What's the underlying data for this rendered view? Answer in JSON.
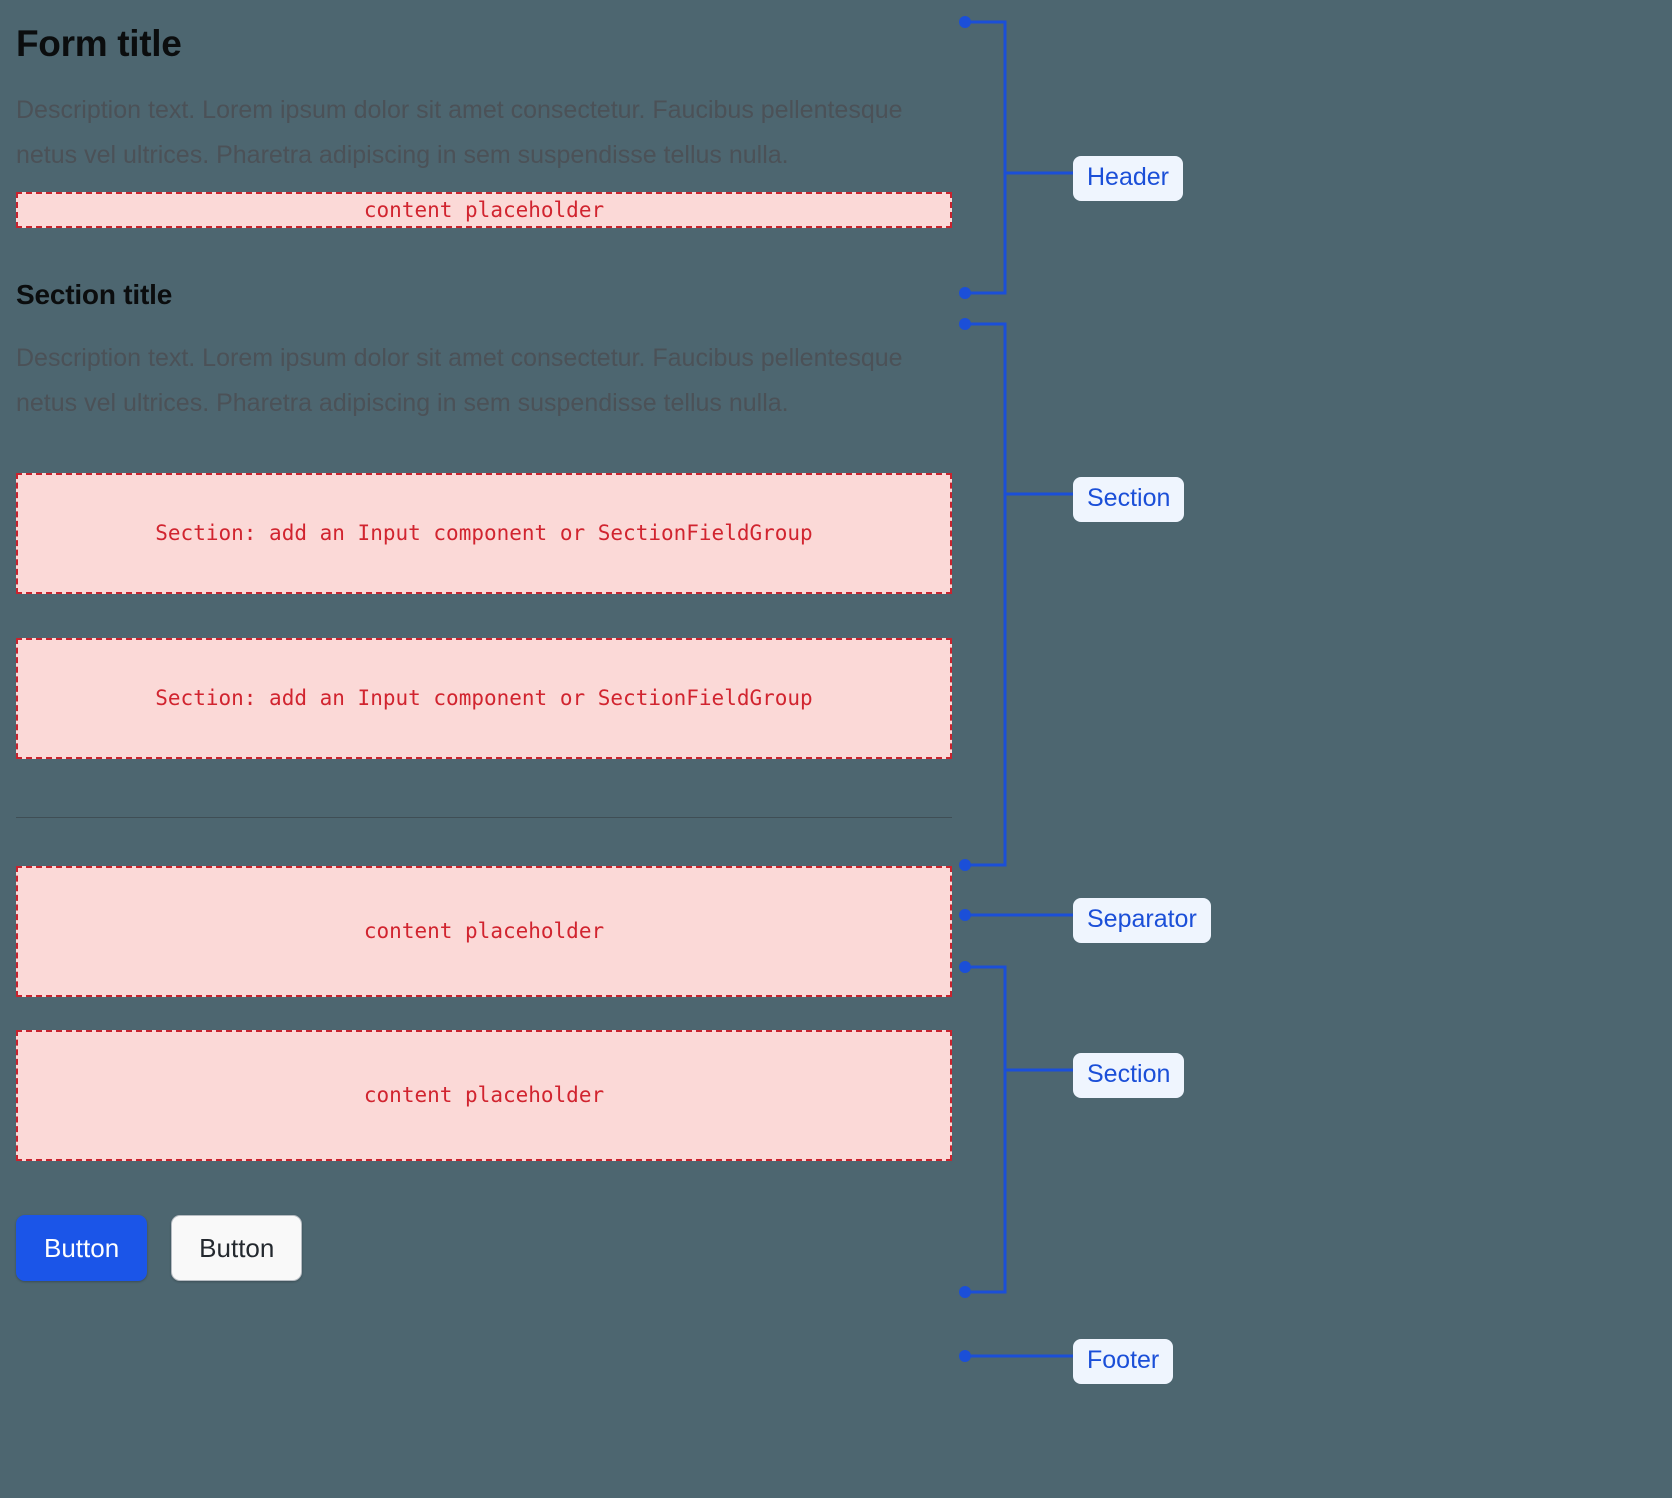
{
  "theme": {
    "background": "#4d6670",
    "placeholder_fill": "#fbd9d7",
    "placeholder_border": "#c9232e",
    "placeholder_text": "#d1242f",
    "annotation_line": "#1b4fd8",
    "annotation_pill_bg": "#eff5fe",
    "annotation_pill_text": "#1b4fd8",
    "primary_button": "#1b55e8",
    "separator": "#5d6b70"
  },
  "header": {
    "title": "Form title",
    "description": "Description text. Lorem ipsum dolor sit amet consectetur. Faucibus pellentesque netus vel ultrices. Pharetra adipiscing in sem suspendisse tellus nulla.",
    "placeholder": "content placeholder"
  },
  "section_one": {
    "title": "Section title",
    "description": "Description text. Lorem ipsum dolor sit amet consectetur. Faucibus pellentesque netus vel ultrices. Pharetra adipiscing in sem suspendisse tellus nulla.",
    "placeholders": [
      "Section: add an Input component or SectionFieldGroup",
      "Section: add an Input component or SectionFieldGroup"
    ]
  },
  "section_two": {
    "placeholders": [
      "content placeholder",
      "content placeholder"
    ]
  },
  "footer": {
    "primary_button": "Button",
    "secondary_button": "Button"
  },
  "annotations": [
    {
      "label": "Header",
      "type": "bracket"
    },
    {
      "label": "Section",
      "type": "bracket"
    },
    {
      "label": "Separator",
      "type": "leader"
    },
    {
      "label": "Section",
      "type": "bracket"
    },
    {
      "label": "Footer",
      "type": "leader"
    }
  ]
}
